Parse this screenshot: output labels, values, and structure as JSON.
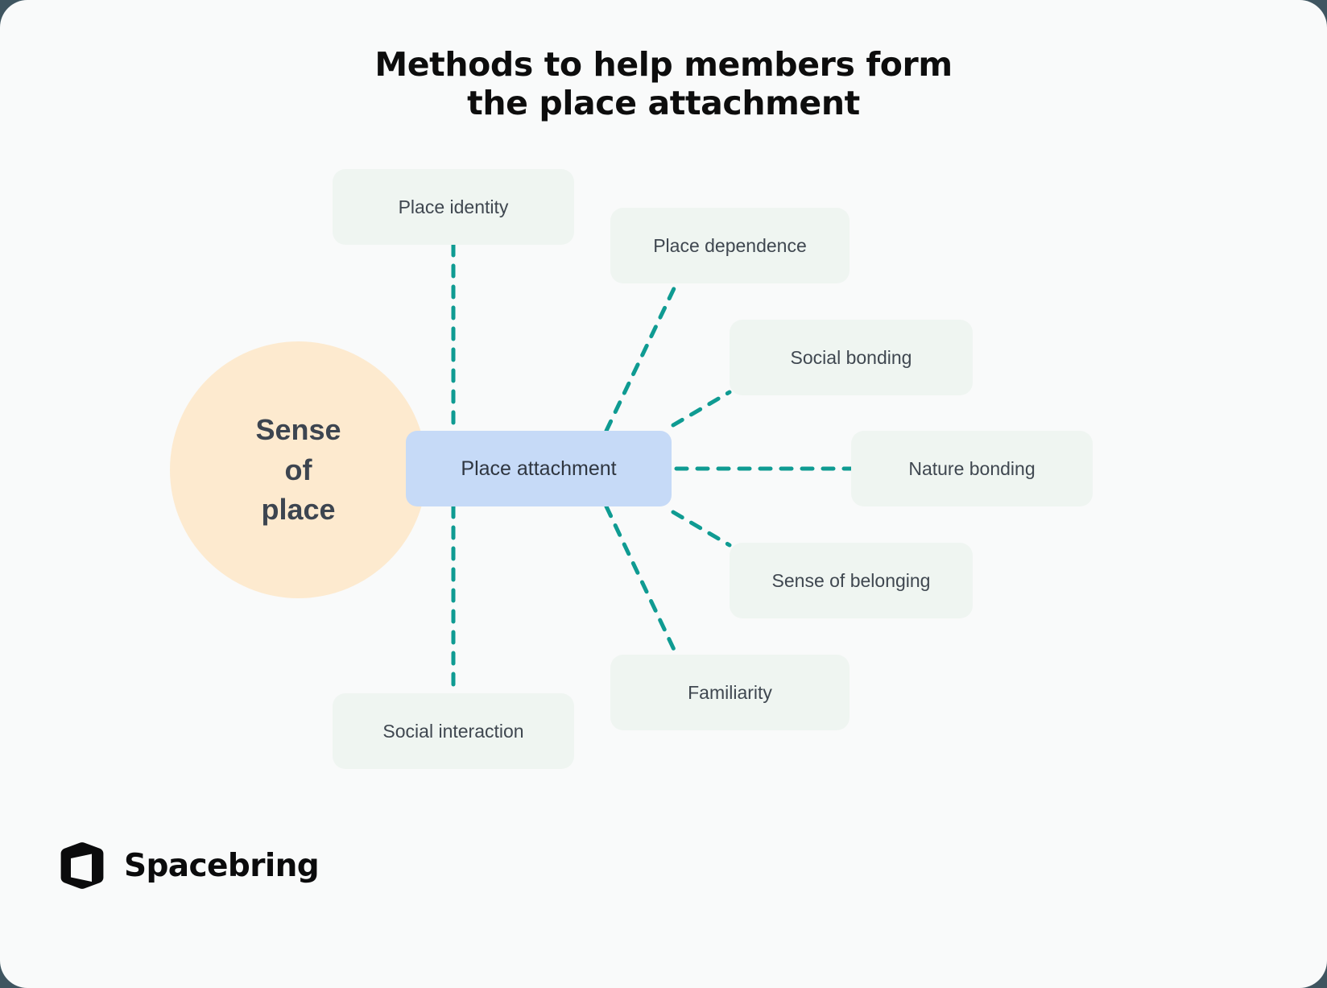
{
  "page": {
    "background": "#3f5560",
    "card_background": "#f9fafa"
  },
  "header": {
    "title_line1": "Methods to help members form",
    "title_line2": "the place attachment"
  },
  "diagram": {
    "type": "mind-map",
    "colors": {
      "sense_circle": "#fdeacf",
      "center_node": "#c6daf7",
      "leaf_node": "#eff5f1",
      "connector": "#0f9b92",
      "node_text": "#3f4750"
    },
    "sense_of_place": {
      "label_line1": "Sense",
      "label_line2": "of",
      "label_line3": "place"
    },
    "center": {
      "label": "Place attachment"
    },
    "nodes": [
      {
        "id": "place-identity",
        "label": "Place identity"
      },
      {
        "id": "place-dependence",
        "label": "Place dependence"
      },
      {
        "id": "social-bonding",
        "label": "Social bonding"
      },
      {
        "id": "nature-bonding",
        "label": "Nature bonding"
      },
      {
        "id": "sense-of-belonging",
        "label": "Sense of belonging"
      },
      {
        "id": "familiarity",
        "label": "Familiarity"
      },
      {
        "id": "social-interaction",
        "label": "Social interaction"
      }
    ],
    "edges": [
      {
        "from": "center",
        "to": "place-identity"
      },
      {
        "from": "center",
        "to": "place-dependence"
      },
      {
        "from": "center",
        "to": "social-bonding"
      },
      {
        "from": "center",
        "to": "nature-bonding"
      },
      {
        "from": "center",
        "to": "sense-of-belonging"
      },
      {
        "from": "center",
        "to": "familiarity"
      },
      {
        "from": "center",
        "to": "social-interaction"
      }
    ]
  },
  "footer": {
    "brand": "Spacebring"
  }
}
